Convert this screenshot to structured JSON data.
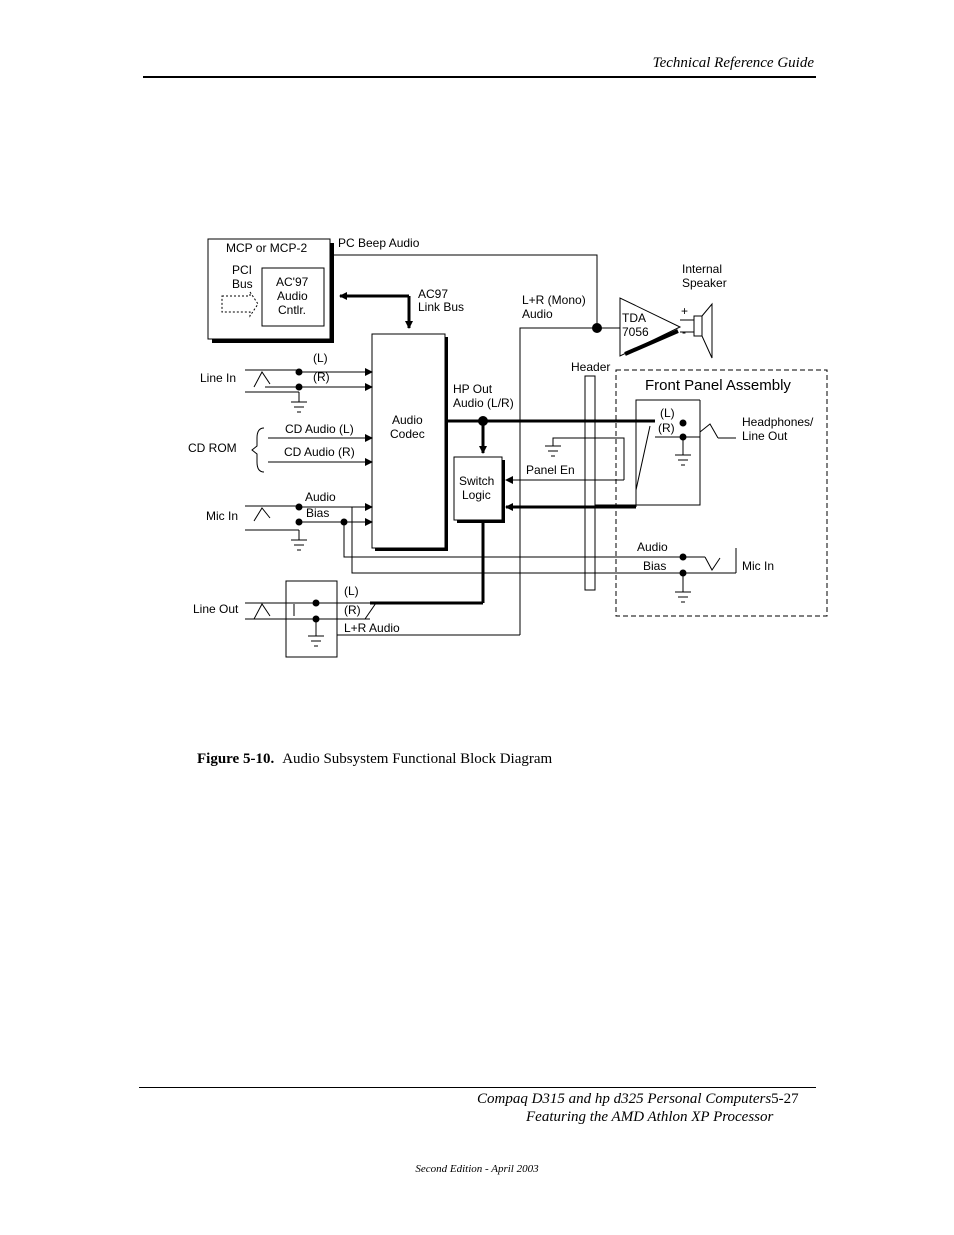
{
  "header": {
    "title": "Technical Reference Guide"
  },
  "diagram": {
    "mcp_title": "MCP or MCP-2",
    "pci_bus": [
      "PCI",
      "Bus"
    ],
    "ac97_controller": [
      "AC'97",
      "Audio",
      "Cntlr."
    ],
    "pc_beep": "PC Beep Audio",
    "ac97_link": [
      "AC97",
      "Link Bus"
    ],
    "lr_mono": [
      "L+R (Mono)",
      "Audio"
    ],
    "internal_speaker": [
      "Internal",
      "Speaker"
    ],
    "tda": [
      "TDA",
      "7056"
    ],
    "plus": "+",
    "minus": "-",
    "header_label": "Header",
    "front_panel": "Front Panel Assembly",
    "line_in": "Line In",
    "left": "(L)",
    "right": "(R)",
    "hp_out": [
      "HP Out",
      "Audio (L/R)"
    ],
    "audio_codec": [
      "Audio",
      "Codec"
    ],
    "cd_rom": "CD ROM",
    "cd_audio_l": "CD Audio (L)",
    "cd_audio_r": "CD Audio (R)",
    "switch_logic": [
      "Switch",
      "Logic"
    ],
    "panel_en": "Panel En",
    "headphones": [
      "Headphones/",
      "Line Out"
    ],
    "mic_in": "Mic In",
    "audio_bias": [
      "Audio",
      "Bias"
    ],
    "line_out": "Line Out",
    "lr_audio": "L+R Audio"
  },
  "figure": {
    "number": "Figure 5-10.",
    "title": "Audio Subsystem Functional Block Diagram"
  },
  "footer": {
    "line1": "Compaq D315 and hp d325 Personal Computers",
    "page": "5-27",
    "line2": "Featuring the AMD Athlon XP Processor",
    "edition": "Second Edition - April 2003"
  }
}
